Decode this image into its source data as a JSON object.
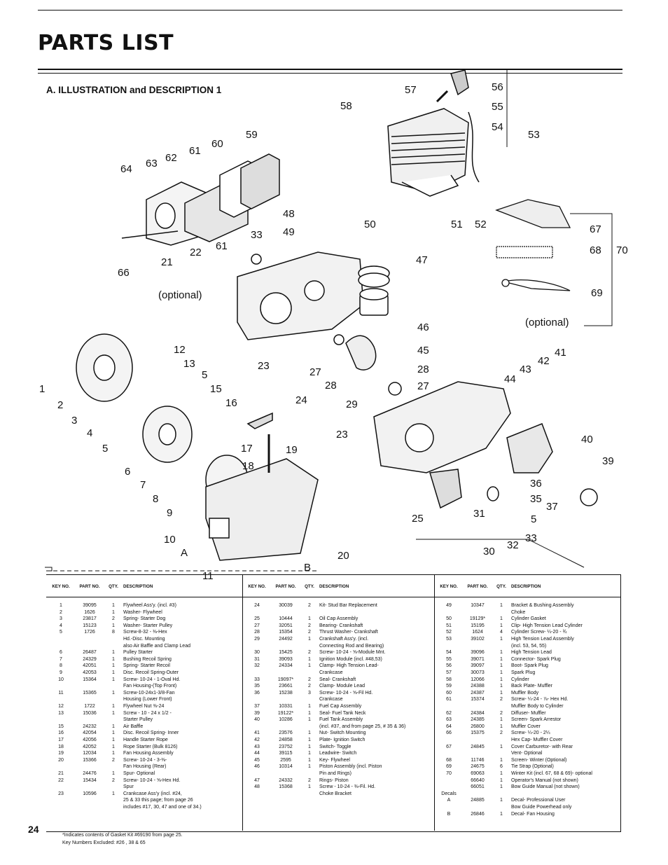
{
  "header": {
    "title": "PARTS LIST"
  },
  "section": {
    "heading": "A.  ILLUSTRATION and DESCRIPTION 1"
  },
  "diagram": {
    "callouts": [
      "1",
      "2",
      "3",
      "4",
      "5",
      "6",
      "7",
      "8",
      "9",
      "10",
      "11",
      "12",
      "13",
      "5",
      "15",
      "16",
      "17",
      "18",
      "19",
      "20",
      "21",
      "22",
      "23",
      "24",
      "23",
      "25",
      "27",
      "28",
      "28",
      "27",
      "29",
      "30",
      "31",
      "32",
      "33",
      "33",
      "35",
      "36",
      "37",
      "39",
      "40",
      "41",
      "42",
      "43",
      "44",
      "45",
      "46",
      "47",
      "48",
      "49",
      "50",
      "51",
      "52",
      "53",
      "54",
      "55",
      "56",
      "57",
      "58",
      "59",
      "60",
      "61",
      "61",
      "62",
      "63",
      "64",
      "66",
      "67",
      "68",
      "69",
      "70",
      "A",
      "B",
      "5"
    ],
    "optional_labels": [
      "(optional)",
      "(optional)"
    ]
  },
  "table": {
    "headers": {
      "key_no": "KEY NO.",
      "part_no": "PART NO.",
      "qty": "QTY.",
      "description": "DESCRIPTION"
    },
    "col1": [
      {
        "key": "1",
        "part": "39095",
        "qty": "1",
        "desc": "Flywheel Ass'y. (incl. #3)"
      },
      {
        "key": "2",
        "part": "1626",
        "qty": "1",
        "desc": "Washer- Flywheel"
      },
      {
        "key": "3",
        "part": "23817",
        "qty": "2",
        "desc": "Spring- Starter Dog"
      },
      {
        "key": "4",
        "part": "15123",
        "qty": "1",
        "desc": "Washer- Starter Pulley"
      },
      {
        "key": "5",
        "part": "1726",
        "qty": "8",
        "desc": "Screw-8-32 - ⅜-Hex"
      },
      {
        "key": "",
        "part": "",
        "qty": "",
        "desc": "Hd.-Disc. Mounting"
      },
      {
        "key": "",
        "part": "",
        "qty": "",
        "desc": "also Air Baffle and Clamp Lead"
      },
      {
        "key": "6",
        "part": "26487",
        "qty": "1",
        "desc": "Pulley Starter"
      },
      {
        "key": "7",
        "part": "24329",
        "qty": "1",
        "desc": "Bushing Recoil Spring"
      },
      {
        "key": "8",
        "part": "42051",
        "qty": "1",
        "desc": "Spring- Starter Recoil"
      },
      {
        "key": "9",
        "part": "42053",
        "qty": "1",
        "desc": "Disc. Recoil Spring-Outer"
      },
      {
        "key": "10",
        "part": "15364",
        "qty": "1",
        "desc": "Screw- 10-24 - 1-Oval Hd."
      },
      {
        "key": "",
        "part": "",
        "qty": "",
        "desc": "Fan Housing-(Top Front)"
      },
      {
        "key": "11",
        "part": "15365",
        "qty": "1",
        "desc": "Screw-10-24x1-3/8-Fan"
      },
      {
        "key": "",
        "part": "",
        "qty": "",
        "desc": "Housing (Lower Front)"
      },
      {
        "key": "12",
        "part": "1722",
        "qty": "1",
        "desc": "Flywheel Nut ⅜-24"
      },
      {
        "key": "13",
        "part": "15036",
        "qty": "1",
        "desc": "Screw - 10 - 24 x 1/2 -"
      },
      {
        "key": "",
        "part": "",
        "qty": "",
        "desc": "Starter Pulley"
      },
      {
        "key": "15",
        "part": "24232",
        "qty": "1",
        "desc": "Air Baffle"
      },
      {
        "key": "16",
        "part": "42054",
        "qty": "1",
        "desc": "Disc. Recoil Spring- Inner"
      },
      {
        "key": "17",
        "part": "42056",
        "qty": "1",
        "desc": "Handle Starter Rope"
      },
      {
        "key": "18",
        "part": "42052",
        "qty": "1",
        "desc": "Rope Starter (Bulk 8126)"
      },
      {
        "key": "19",
        "part": "12034",
        "qty": "1",
        "desc": "Fan Housing Assembly"
      },
      {
        "key": "20",
        "part": "15366",
        "qty": "2",
        "desc": "Screw- 10-24 - 3-⅜-"
      },
      {
        "key": "",
        "part": "",
        "qty": "",
        "desc": "Fan Housing (Rear)"
      },
      {
        "key": "21",
        "part": "24476",
        "qty": "1",
        "desc": "Spur- Optional"
      },
      {
        "key": "22",
        "part": "15434",
        "qty": "2",
        "desc": "Screw- 10-24 - ⅝-Hex Hd."
      },
      {
        "key": "",
        "part": "",
        "qty": "",
        "desc": "Spur"
      },
      {
        "key": "23",
        "part": "10596",
        "qty": "1",
        "desc": "Crankcase Ass'y (incl. #24,"
      },
      {
        "key": "",
        "part": "",
        "qty": "",
        "desc": "25 & 33 this page; from page 26"
      },
      {
        "key": "",
        "part": "",
        "qty": "",
        "desc": "includes #17, 30, 47 and one of 34.)"
      }
    ],
    "col2": [
      {
        "key": "24",
        "part": "30039",
        "qty": "2",
        "desc": "Kit- Stud Bar Replacement"
      },
      {
        "key": "",
        "part": "",
        "qty": "",
        "desc": ""
      },
      {
        "key": "25",
        "part": "10444",
        "qty": "1",
        "desc": "Oil Cap Assembly"
      },
      {
        "key": "27",
        "part": "32051",
        "qty": "2",
        "desc": "Bearing- Crankshaft"
      },
      {
        "key": "28",
        "part": "15354",
        "qty": "2",
        "desc": "Thrust Washer- Crankshaft"
      },
      {
        "key": "29",
        "part": "24492",
        "qty": "1",
        "desc": "Crankshaft Ass'y. (incl."
      },
      {
        "key": "",
        "part": "",
        "qty": "",
        "desc": "Connecting Rod and Bearing)"
      },
      {
        "key": "30",
        "part": "15425",
        "qty": "2",
        "desc": "Screw- 10-24 - ⅝-Module Mnt."
      },
      {
        "key": "31",
        "part": "39093",
        "qty": "1",
        "desc": "Ignition Module (incl. #48,53)"
      },
      {
        "key": "32",
        "part": "24334",
        "qty": "1",
        "desc": "Clamp- High Tension Lead-"
      },
      {
        "key": "",
        "part": "",
        "qty": "",
        "desc": "Crankcase"
      },
      {
        "key": "33",
        "part": "19097*",
        "qty": "2",
        "desc": "Seal- Crankshaft"
      },
      {
        "key": "35",
        "part": "23661",
        "qty": "2",
        "desc": "Clamp- Module Lead"
      },
      {
        "key": "36",
        "part": "15238",
        "qty": "3",
        "desc": "Screw- 10-24 - ⅝-Fil Hd."
      },
      {
        "key": "",
        "part": "",
        "qty": "",
        "desc": "Crankcase"
      },
      {
        "key": "37",
        "part": "10331",
        "qty": "1",
        "desc": "Fuel Cap Assembly"
      },
      {
        "key": "39",
        "part": "19122*",
        "qty": "1",
        "desc": "Seal- Fuel Tank Neck"
      },
      {
        "key": "40",
        "part": "10286",
        "qty": "1",
        "desc": "Fuel Tank Assembly"
      },
      {
        "key": "",
        "part": "",
        "qty": "",
        "desc": "(incl. #37, and from page 25, # 35 & 36)"
      },
      {
        "key": "41",
        "part": "23576",
        "qty": "1",
        "desc": "Nut- Switch Mounting"
      },
      {
        "key": "42",
        "part": "24858",
        "qty": "1",
        "desc": "Plate- Ignition Switch"
      },
      {
        "key": "43",
        "part": "23752",
        "qty": "1",
        "desc": "Switch- Toggle"
      },
      {
        "key": "44",
        "part": "39115",
        "qty": "1",
        "desc": "Leadwire- Switch"
      },
      {
        "key": "45",
        "part": "2595",
        "qty": "1",
        "desc": "Key- Flywheel"
      },
      {
        "key": "46",
        "part": "10314",
        "qty": "1",
        "desc": "Piston Assembly (incl. Piston"
      },
      {
        "key": "",
        "part": "",
        "qty": "",
        "desc": "Pin and Rings)"
      },
      {
        "key": "47",
        "part": "24332",
        "qty": "2",
        "desc": "Rings- Piston"
      },
      {
        "key": "48",
        "part": "15368",
        "qty": "1",
        "desc": "Screw - 10-24 - ⅜-Fil. Hd."
      },
      {
        "key": "",
        "part": "",
        "qty": "",
        "desc": "Choke Bracket"
      }
    ],
    "col3": [
      {
        "key": "49",
        "part": "10347",
        "qty": "1",
        "desc": "Bracket & Bushing Assembly"
      },
      {
        "key": "",
        "part": "",
        "qty": "",
        "desc": "Choke"
      },
      {
        "key": "50",
        "part": "19129*",
        "qty": "1",
        "desc": "Cylinder Gasket"
      },
      {
        "key": "51",
        "part": "15195",
        "qty": "1",
        "desc": "Clip- High Tension Lead Cylinder"
      },
      {
        "key": "52",
        "part": "1624",
        "qty": "4",
        "desc": "Cylinder Screw- ¼-20 - ¾"
      },
      {
        "key": "53",
        "part": "39102",
        "qty": "1",
        "desc": "High Tension Lead Assembly"
      },
      {
        "key": "",
        "part": "",
        "qty": "",
        "desc": "(incl. 53, 54, 55)"
      },
      {
        "key": "54",
        "part": "39096",
        "qty": "1",
        "desc": "High Tension Lead"
      },
      {
        "key": "55",
        "part": "39071",
        "qty": "1",
        "desc": "Connector- Spark Plug"
      },
      {
        "key": "56",
        "part": "39097",
        "qty": "1",
        "desc": "Boot- Spark Plug"
      },
      {
        "key": "57",
        "part": "30073",
        "qty": "1",
        "desc": "Spark Plug"
      },
      {
        "key": "58",
        "part": "12066",
        "qty": "1",
        "desc": "Cylinder"
      },
      {
        "key": "59",
        "part": "24388",
        "qty": "1",
        "desc": "Back Plate- Muffler"
      },
      {
        "key": "60",
        "part": "24387",
        "qty": "1",
        "desc": "Muffler Body"
      },
      {
        "key": "61",
        "part": "15374",
        "qty": "2",
        "desc": "Screw- ¼-24 - ⅞- Hex Hd."
      },
      {
        "key": "",
        "part": "",
        "qty": "",
        "desc": "Muffler Body to Cylinder"
      },
      {
        "key": "62",
        "part": "24384",
        "qty": "2",
        "desc": "Diffuser- Muffler"
      },
      {
        "key": "63",
        "part": "24385",
        "qty": "1",
        "desc": "Screen- Spark Arrestor"
      },
      {
        "key": "64",
        "part": "26800",
        "qty": "1",
        "desc": "Muffler Cover"
      },
      {
        "key": "66",
        "part": "15375",
        "qty": "2",
        "desc": "Screw- ¼-20 - 2¼"
      },
      {
        "key": "",
        "part": "",
        "qty": "",
        "desc": "Hex Cap- Muffler Cover"
      },
      {
        "key": "67",
        "part": "24845",
        "qty": "1",
        "desc": "Cover Carburetor- with Rear"
      },
      {
        "key": "",
        "part": "",
        "qty": "",
        "desc": "Vent- Optional"
      },
      {
        "key": "68",
        "part": "11746",
        "qty": "1",
        "desc": "Screen- Winter (Optional)"
      },
      {
        "key": "69",
        "part": "24675",
        "qty": "6",
        "desc": "Tie Strap (Optional)"
      },
      {
        "key": "70",
        "part": "69063",
        "qty": "1",
        "desc": "Winter Kit (incl. 67, 68 & 69)- optional"
      },
      {
        "key": "",
        "part": "66640",
        "qty": "1",
        "desc": "Operator's Manual (not shown)"
      },
      {
        "key": "",
        "part": "66051",
        "qty": "1",
        "desc": "Bow Guide Manual (not shown)"
      },
      {
        "key": "Decals",
        "part": "",
        "qty": "",
        "desc": ""
      },
      {
        "key": "A",
        "part": "24885",
        "qty": "1",
        "desc": "Decal- Professional User"
      },
      {
        "key": "",
        "part": "",
        "qty": "",
        "desc": "Bow Guide Powerhead only"
      },
      {
        "key": "B",
        "part": "26846",
        "qty": "1",
        "desc": "Decal- Fan Housing"
      }
    ]
  },
  "footer": {
    "page_number": "24",
    "note1": "*Indicates contents of Gasket Kit #69190 from page 25.",
    "note2": "Key Numbers Excluded: #26 , 38 & 65"
  }
}
